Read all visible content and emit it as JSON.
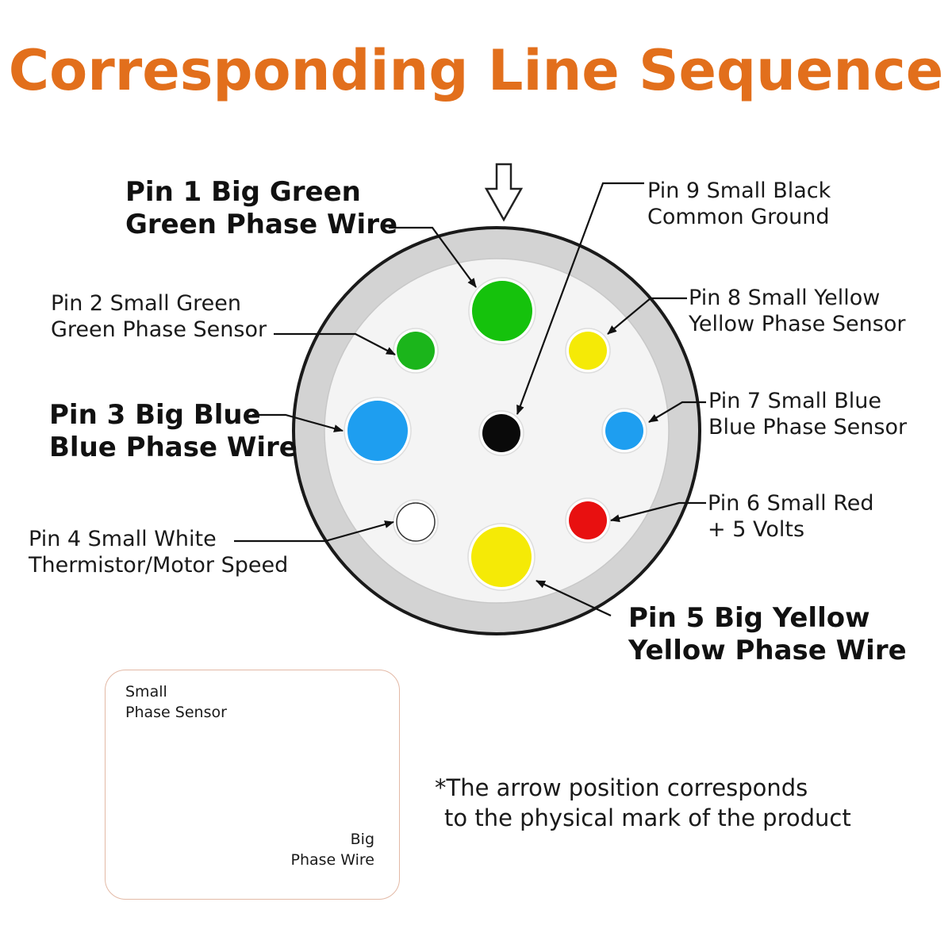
{
  "title": {
    "text": "Corresponding Line Sequence",
    "color": "#e26f1c"
  },
  "pins": [
    {
      "line1": "Pin 1 Big Green",
      "line2": "Green Phase Wire",
      "color": "#15c20c",
      "size": "big"
    },
    {
      "line1": "Pin 2  Small Green",
      "line2": "Green Phase Sensor",
      "color": "#1bb51b",
      "size": "small"
    },
    {
      "line1": "Pin 3 Big Blue",
      "line2": "Blue Phase Wire",
      "color": "#1e9ef0",
      "size": "big"
    },
    {
      "line1": "Pin 4   Small White",
      "line2": "Thermistor/Motor Speed",
      "color": "#ffffff",
      "size": "small"
    },
    {
      "line1": "Pin 5 Big Yellow",
      "line2": "Yellow Phase Wire",
      "color": "#f5ea06",
      "size": "big"
    },
    {
      "line1": "Pin 6 Small Red",
      "line2": "+ 5 Volts",
      "color": "#e81010",
      "size": "small"
    },
    {
      "line1": "Pin 7 Small Blue",
      "line2": "Blue Phase Sensor",
      "color": "#1e9ef0",
      "size": "small"
    },
    {
      "line1": "Pin 8 Small Yellow",
      "line2": "Yellow Phase Sensor",
      "color": "#f5ea06",
      "size": "small"
    },
    {
      "line1": "Pin 9  Small Black",
      "line2": "Common Ground",
      "color": "#0a0a0a",
      "size": "small"
    }
  ],
  "note": {
    "line1": "*The arrow position corresponds",
    "line2": "to the physical mark of the product"
  },
  "inset": {
    "sensor_line1": "Small",
    "sensor_line2": "Phase Sensor",
    "wire_line1": "Big",
    "wire_line2": "Phase Wire"
  }
}
